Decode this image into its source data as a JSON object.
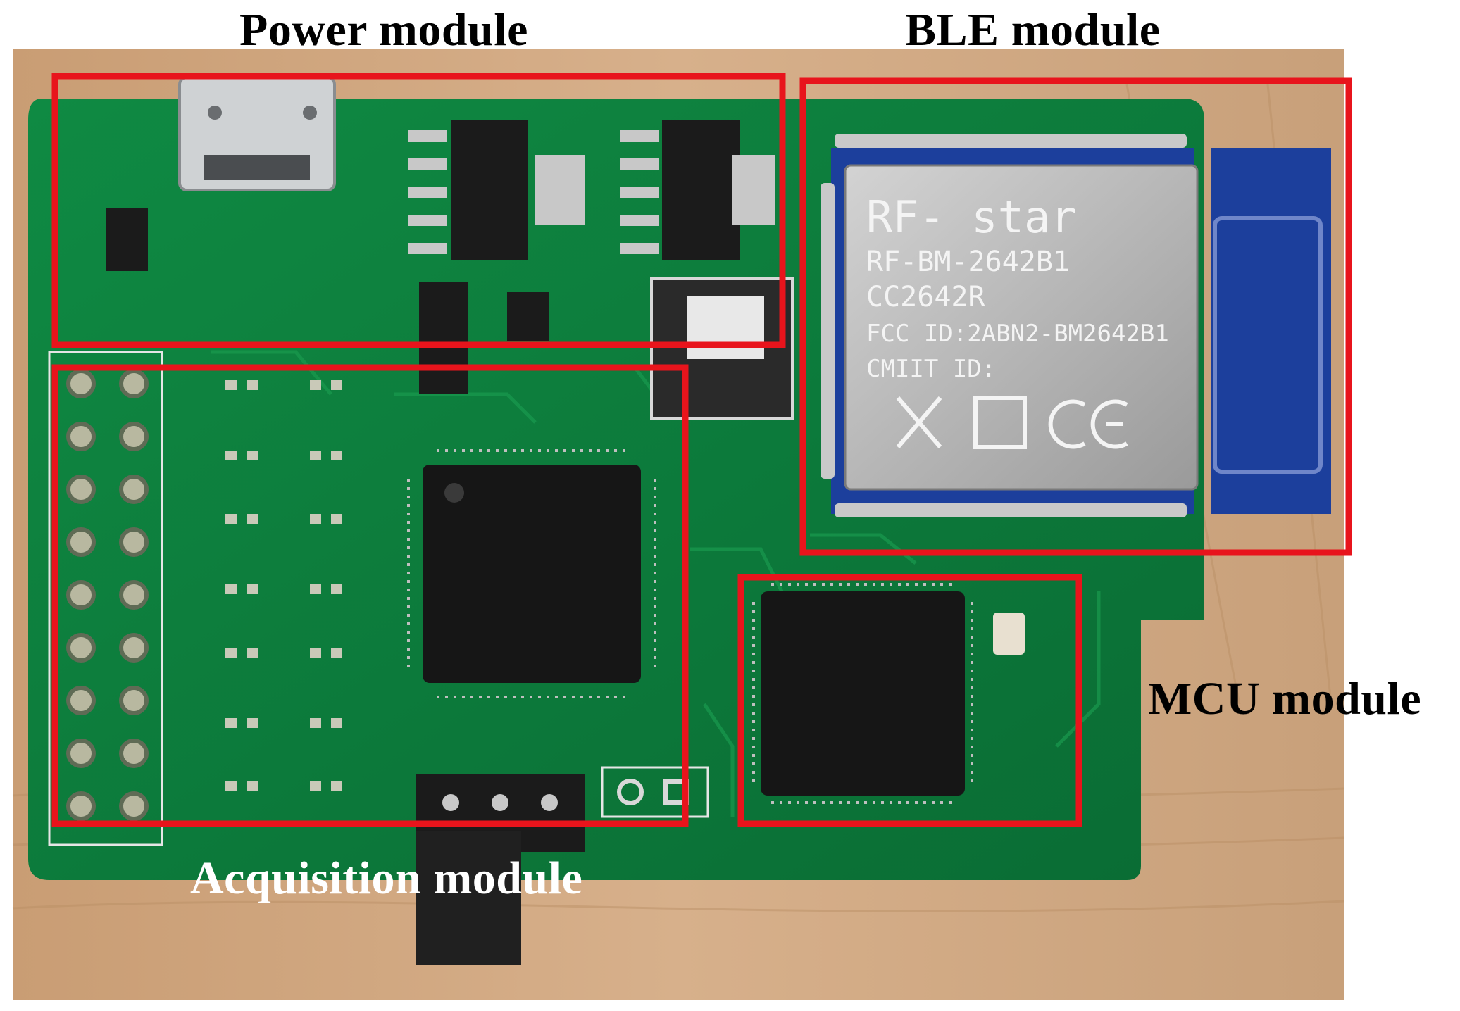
{
  "labels": {
    "power_module": "Power module",
    "ble_module": "BLE module",
    "mcu_module": "MCU module",
    "acquisition_module": "Acquisition module"
  },
  "module_chip_text": {
    "line1": "RF- star",
    "line2": "RF-BM-2642B1",
    "line3": "CC2642R",
    "line4": "FCC ID:2ABN2-BM2642B1",
    "line5": "CMIIT ID:"
  },
  "colors": {
    "highlight_box": "#e8141c",
    "pcb_green": "#0d7a3a",
    "wood": "#c9a27a"
  }
}
